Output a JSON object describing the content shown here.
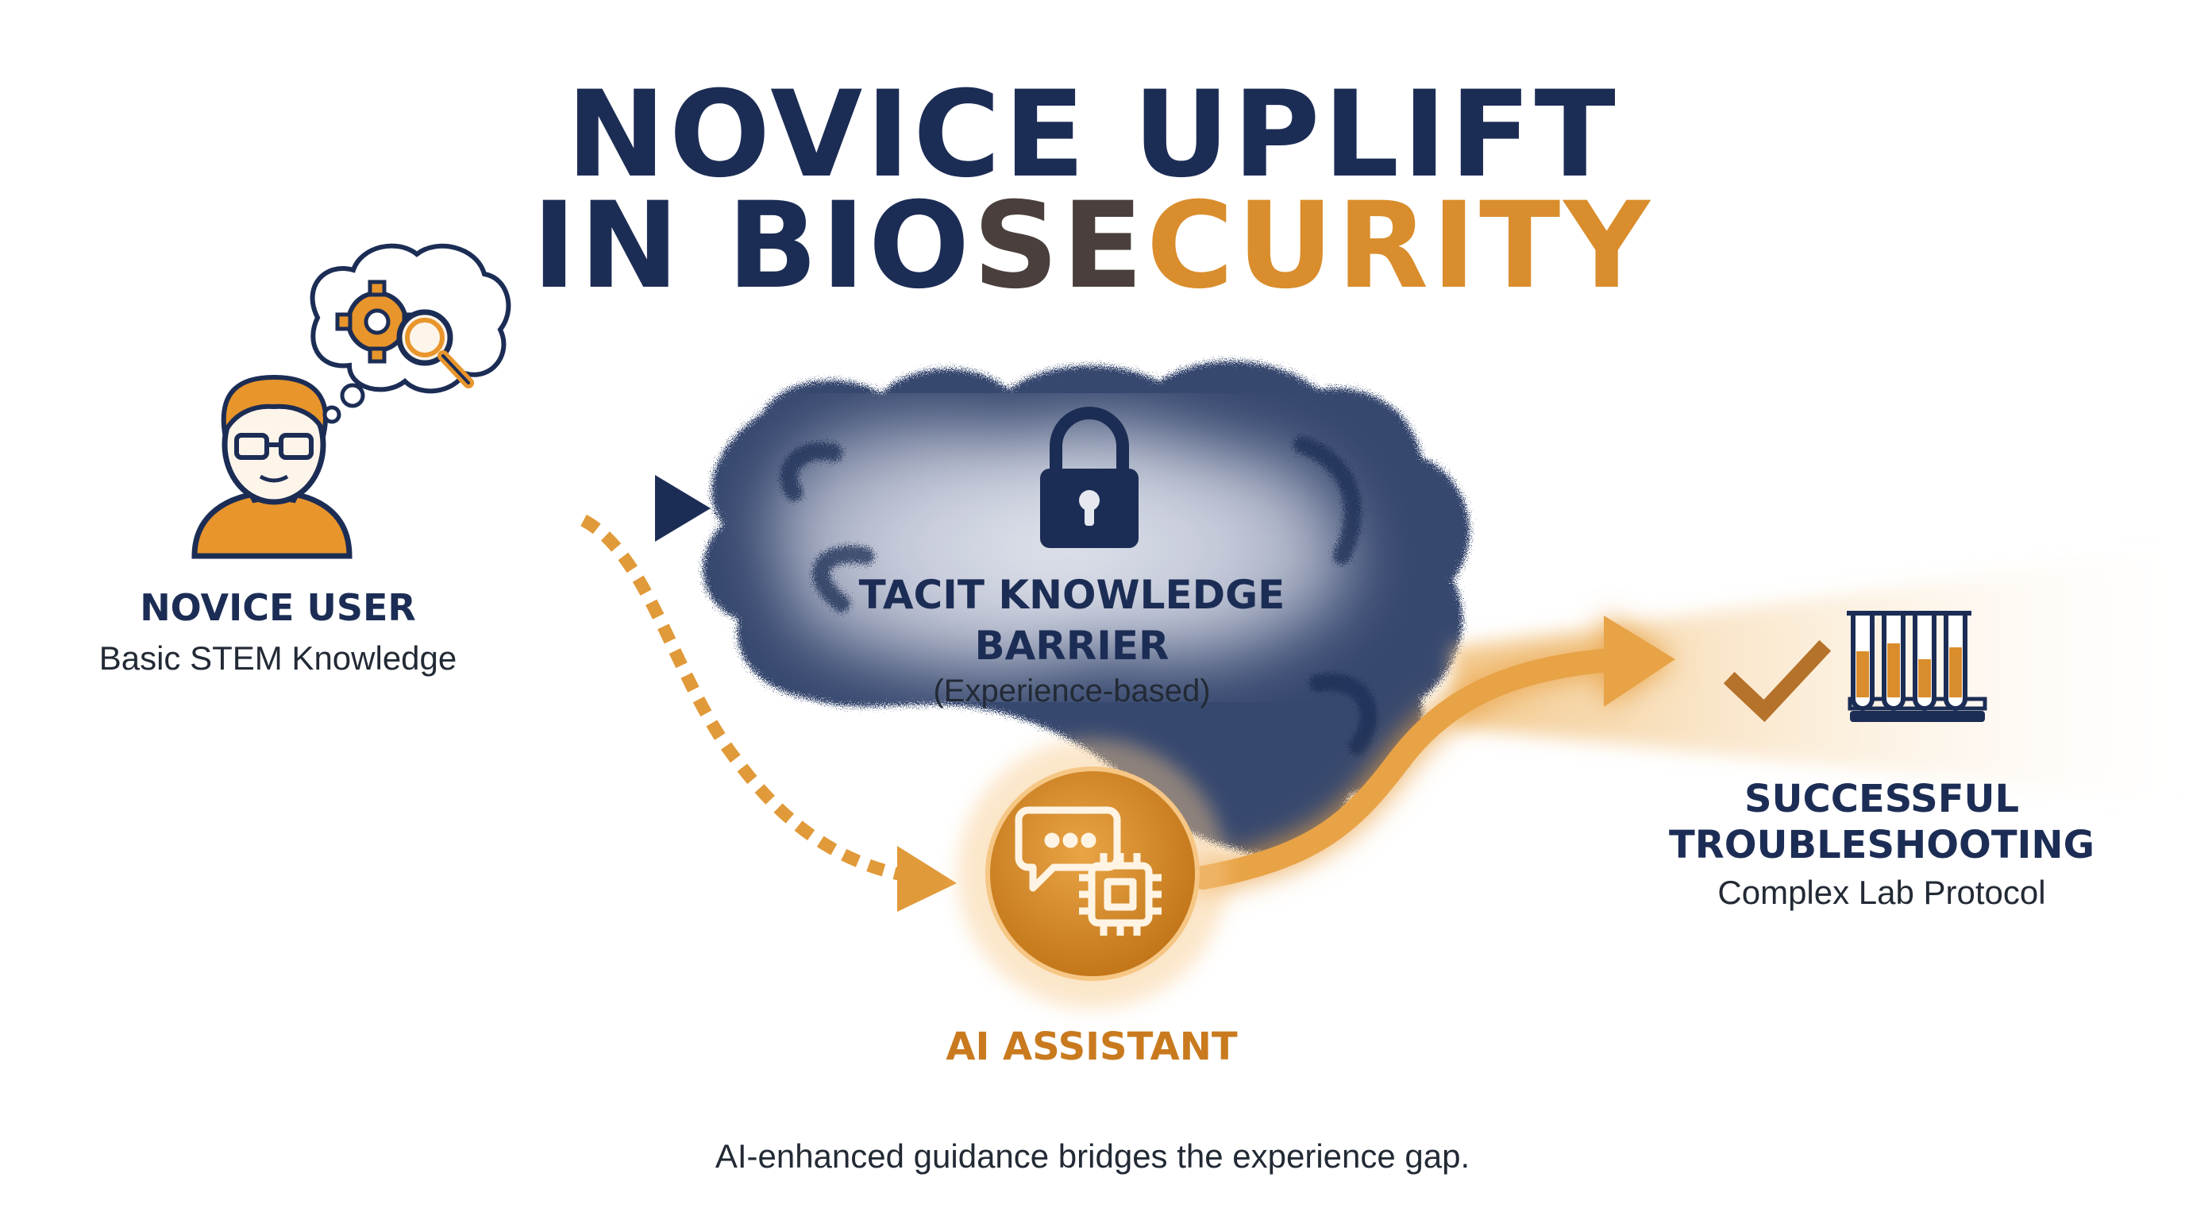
{
  "title": {
    "line1": "NOVICE UPLIFT",
    "line2_part_a": "IN BIO",
    "line2_part_b": "SE",
    "line2_part_c": "CURITY"
  },
  "novice": {
    "title": "NOVICE USER",
    "subtitle": "Basic STEM Knowledge"
  },
  "barrier": {
    "line1": "TACIT KNOWLEDGE",
    "line2": "BARRIER",
    "note": "(Experience-based)"
  },
  "ai": {
    "title": "AI ASSISTANT"
  },
  "success": {
    "line1": "SUCCESSFUL",
    "line2": "TROUBLESHOOTING",
    "subtitle": "Complex Lab Protocol"
  },
  "caption": "AI-enhanced guidance bridges the experience gap.",
  "colors": {
    "navy": "#1c2d55",
    "orange": "#d98d2c",
    "dark_orange": "#c97a1f",
    "haze": "#c9ccd8"
  },
  "icons": {
    "thought": "thought-bubble-gear-magnifier-icon",
    "user": "user-with-glasses-icon",
    "lock": "lock-icon",
    "ai": "chat-chip-icon",
    "check": "checkmark-icon",
    "tubes": "test-tubes-icon"
  }
}
